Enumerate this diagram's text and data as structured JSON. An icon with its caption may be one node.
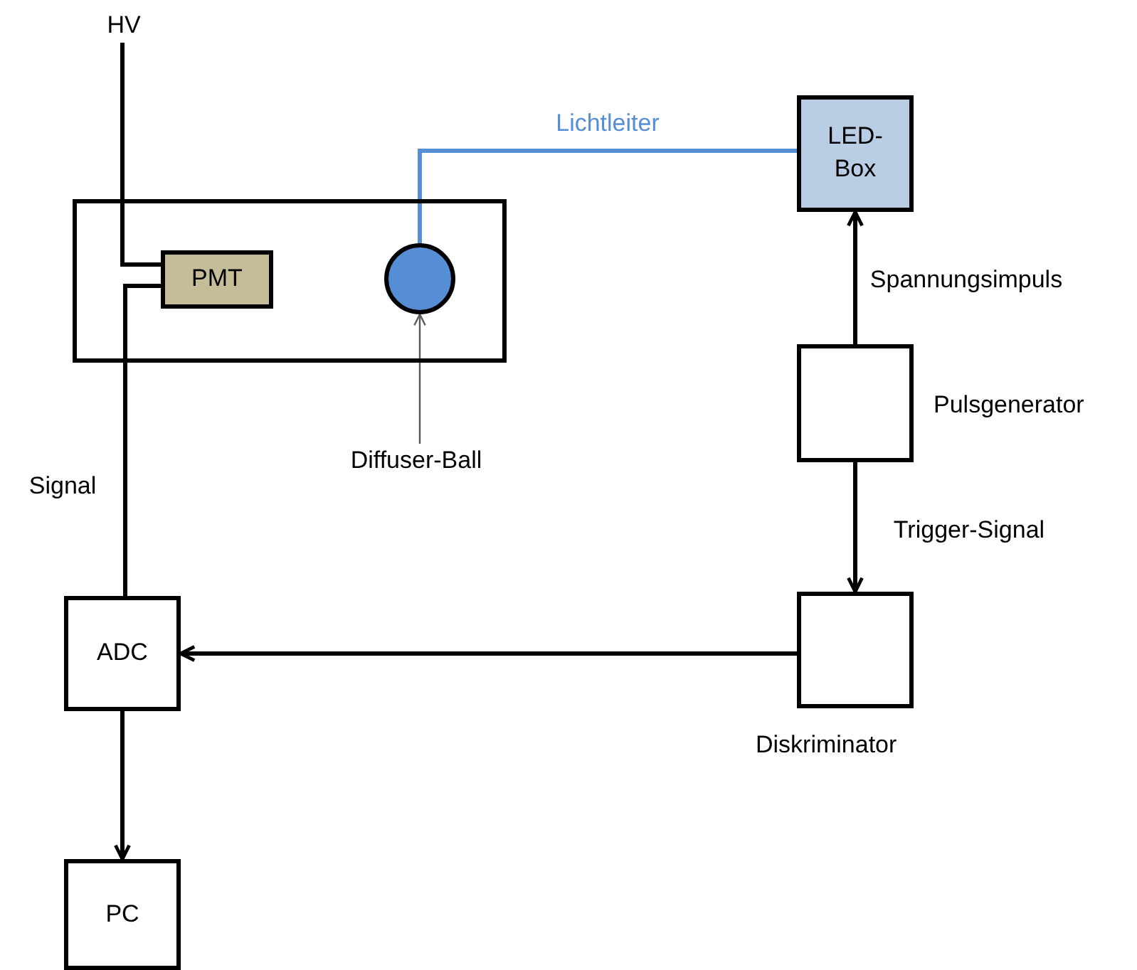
{
  "diagram": {
    "nodes": [
      {
        "text": [
          "HV"
        ]
      },
      {
        "text": [],
        "shape": "box"
      },
      {
        "text": [
          "PMT"
        ],
        "in": 1
      },
      {
        "text": [],
        "shape": "circle",
        "in": 1
      },
      {
        "text": [
          "LED- Box"
        ]
      },
      {
        "text": [
          "Diffuser-Ball"
        ]
      },
      {
        "text": [],
        "shape": "box",
        "beside": [
          "Pulsgenerator"
        ]
      },
      {
        "text": [],
        "shape": "box",
        "beside": [
          "Diskriminator"
        ]
      },
      {
        "text": [
          "ADC"
        ]
      },
      {
        "text": [
          "PC"
        ]
      }
    ],
    "edges": [
      {
        "from": 0,
        "to": 2,
        "arrow": "none"
      },
      {
        "from": 2,
        "to": 8,
        "arrow": "none",
        "label": "Signal"
      },
      {
        "from": 3,
        "to": 4,
        "arrow": "none",
        "label": "Lichtleiter",
        "color": "#558ed5"
      },
      {
        "from": 6,
        "to": 4,
        "arrow": "to",
        "label": "Spannungsimpuls"
      },
      {
        "from": 6,
        "to": 7,
        "arrow": "to",
        "label": "Trigger-Signal"
      },
      {
        "from": 7,
        "to": 8,
        "arrow": "to"
      },
      {
        "from": 8,
        "to": 9,
        "arrow": "to"
      },
      {
        "from": 5,
        "to": 3,
        "arrow": "to",
        "color": "#595959"
      }
    ]
  }
}
